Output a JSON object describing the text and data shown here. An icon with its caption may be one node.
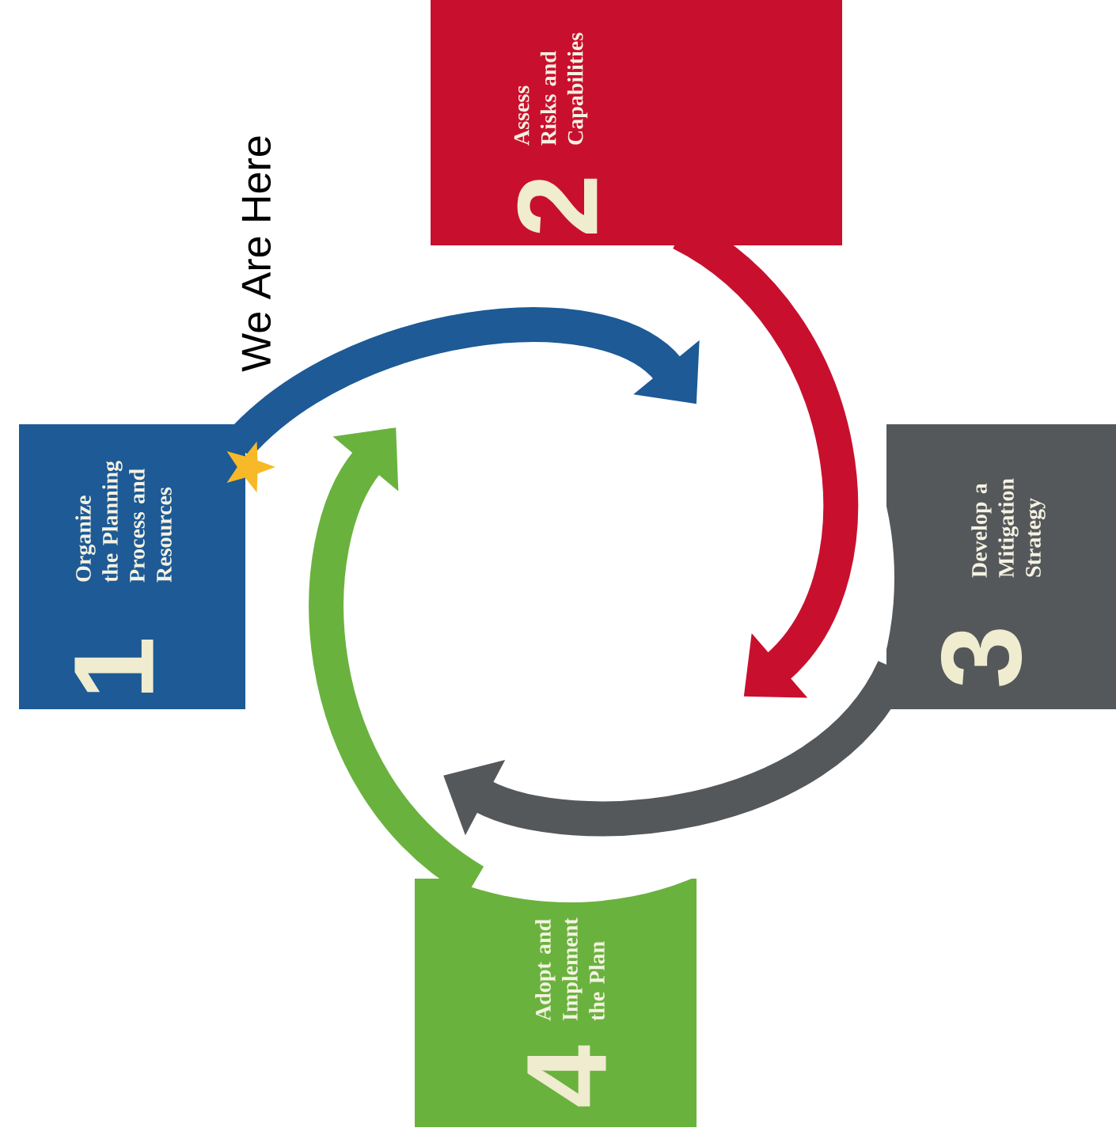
{
  "diagram": {
    "nodes": [
      {
        "text": [
          "1",
          "Organize the Planning Process and Resources"
        ]
      },
      {
        "text": [
          "2",
          "Assess Risks and Capabilities"
        ]
      },
      {
        "text": [
          "3",
          "Develop a Mitigation Strategy"
        ]
      },
      {
        "text": [
          "4",
          "Adopt and Implement the Plan"
        ]
      }
    ],
    "edges": [
      {
        "from": 0,
        "to": 1,
        "arrow": "to",
        "color": "#1d5a96"
      },
      {
        "from": 1,
        "to": 2,
        "arrow": "to",
        "color": "#c8102e"
      },
      {
        "from": 2,
        "to": 3,
        "arrow": "to",
        "color": "#55585b"
      },
      {
        "from": 3,
        "to": 0,
        "arrow": "to",
        "color": "#6ab23e"
      }
    ],
    "labels": [
      "We Are Here"
    ]
  }
}
